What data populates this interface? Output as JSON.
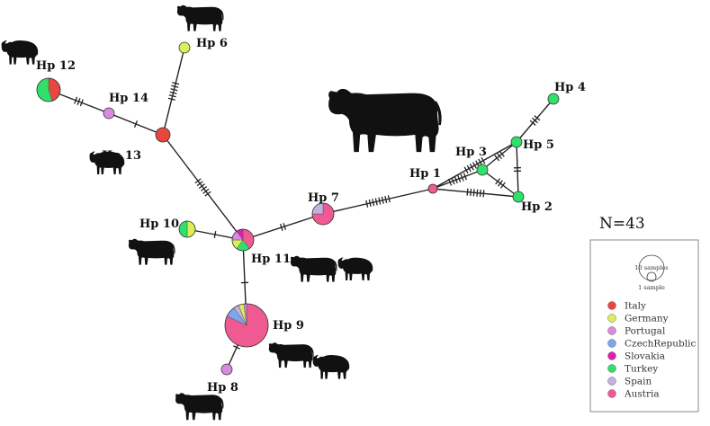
{
  "legend": {
    "title": "N=43",
    "scale_large": "10 samples",
    "scale_small": "1 sample",
    "entries": [
      {
        "name": "Italy",
        "color": "#e8473f"
      },
      {
        "name": "Germany",
        "color": "#dcef5a"
      },
      {
        "name": "Portugal",
        "color": "#d98ae0"
      },
      {
        "name": "CzechRepublic",
        "color": "#7fa6ea"
      },
      {
        "name": "Slovakia",
        "color": "#e01fb0"
      },
      {
        "name": "Turkey",
        "color": "#2fe06a"
      },
      {
        "name": "Spain",
        "color": "#c3b2e0"
      },
      {
        "name": "Austria",
        "color": "#ef5a93"
      }
    ]
  },
  "nodes": [
    {
      "id": "hp1",
      "label": "Hp 1",
      "slices": [
        {
          "country": "Austria",
          "fraction": 1.0
        }
      ]
    },
    {
      "id": "hp2",
      "label": "Hp 2",
      "slices": [
        {
          "country": "Turkey",
          "fraction": 1.0
        }
      ]
    },
    {
      "id": "hp3",
      "label": "Hp 3",
      "slices": [
        {
          "country": "Turkey",
          "fraction": 1.0
        }
      ]
    },
    {
      "id": "hp4",
      "label": "Hp 4",
      "slices": [
        {
          "country": "Turkey",
          "fraction": 1.0
        }
      ]
    },
    {
      "id": "hp5",
      "label": "Hp 5",
      "slices": [
        {
          "country": "Turkey",
          "fraction": 1.0
        }
      ]
    },
    {
      "id": "hp6",
      "label": "Hp 6",
      "slices": [
        {
          "country": "Germany",
          "fraction": 1.0
        }
      ]
    },
    {
      "id": "hp7",
      "label": "Hp 7",
      "slices": [
        {
          "country": "Austria",
          "fraction": 0.75
        },
        {
          "country": "Spain",
          "fraction": 0.25
        }
      ]
    },
    {
      "id": "hp8",
      "label": "Hp 8",
      "slices": [
        {
          "country": "Portugal",
          "fraction": 1.0
        }
      ]
    },
    {
      "id": "hp9",
      "label": "Hp 9",
      "slices": [
        {
          "country": "Austria",
          "fraction": 0.82
        },
        {
          "country": "CzechRepublic",
          "fraction": 0.08
        },
        {
          "country": "Spain",
          "fraction": 0.04
        },
        {
          "country": "Germany",
          "fraction": 0.04
        },
        {
          "country": "Portugal",
          "fraction": 0.02
        }
      ]
    },
    {
      "id": "hp10",
      "label": "Hp 10",
      "slices": [
        {
          "country": "Germany",
          "fraction": 0.5
        },
        {
          "country": "Turkey",
          "fraction": 0.5
        }
      ]
    },
    {
      "id": "hp11",
      "label": "Hp 11",
      "slices": [
        {
          "country": "Austria",
          "fraction": 0.4
        },
        {
          "country": "Turkey",
          "fraction": 0.2
        },
        {
          "country": "Germany",
          "fraction": 0.15
        },
        {
          "country": "Portugal",
          "fraction": 0.15
        },
        {
          "country": "Slovakia",
          "fraction": 0.1
        }
      ]
    },
    {
      "id": "hp12",
      "label": "Hp 12",
      "slices": [
        {
          "country": "Italy",
          "fraction": 0.45
        },
        {
          "country": "Turkey",
          "fraction": 0.55
        }
      ]
    },
    {
      "id": "hp13",
      "label": "Hp 13",
      "slices": [
        {
          "country": "Italy",
          "fraction": 1.0
        }
      ]
    },
    {
      "id": "hp14",
      "label": "Hp 14",
      "slices": [
        {
          "country": "Portugal",
          "fraction": 1.0
        }
      ]
    }
  ],
  "edges": [
    {
      "from": "hp12",
      "to": "hp14",
      "mutations": 3
    },
    {
      "from": "hp14",
      "to": "hp13",
      "mutations": 1
    },
    {
      "from": "hp13",
      "to": "hp6",
      "mutations": 6
    },
    {
      "from": "hp13",
      "to": "hp11",
      "mutations": 6
    },
    {
      "from": "hp10",
      "to": "hp11",
      "mutations": 1
    },
    {
      "from": "hp11",
      "to": "hp9",
      "mutations": 1
    },
    {
      "from": "hp9",
      "to": "hp8",
      "mutations": 1
    },
    {
      "from": "hp11",
      "to": "hp7",
      "mutations": 2
    },
    {
      "from": "hp7",
      "to": "hp1",
      "mutations": 8
    },
    {
      "from": "hp1",
      "to": "hp3",
      "mutations": 6
    },
    {
      "from": "hp1",
      "to": "hp5",
      "mutations": 7
    },
    {
      "from": "hp1",
      "to": "hp2",
      "mutations": 6
    },
    {
      "from": "hp3",
      "to": "hp5",
      "mutations": 3
    },
    {
      "from": "hp3",
      "to": "hp2",
      "mutations": 3
    },
    {
      "from": "hp5",
      "to": "hp2",
      "mutations": 2
    },
    {
      "from": "hp5",
      "to": "hp4",
      "mutations": 3
    }
  ]
}
